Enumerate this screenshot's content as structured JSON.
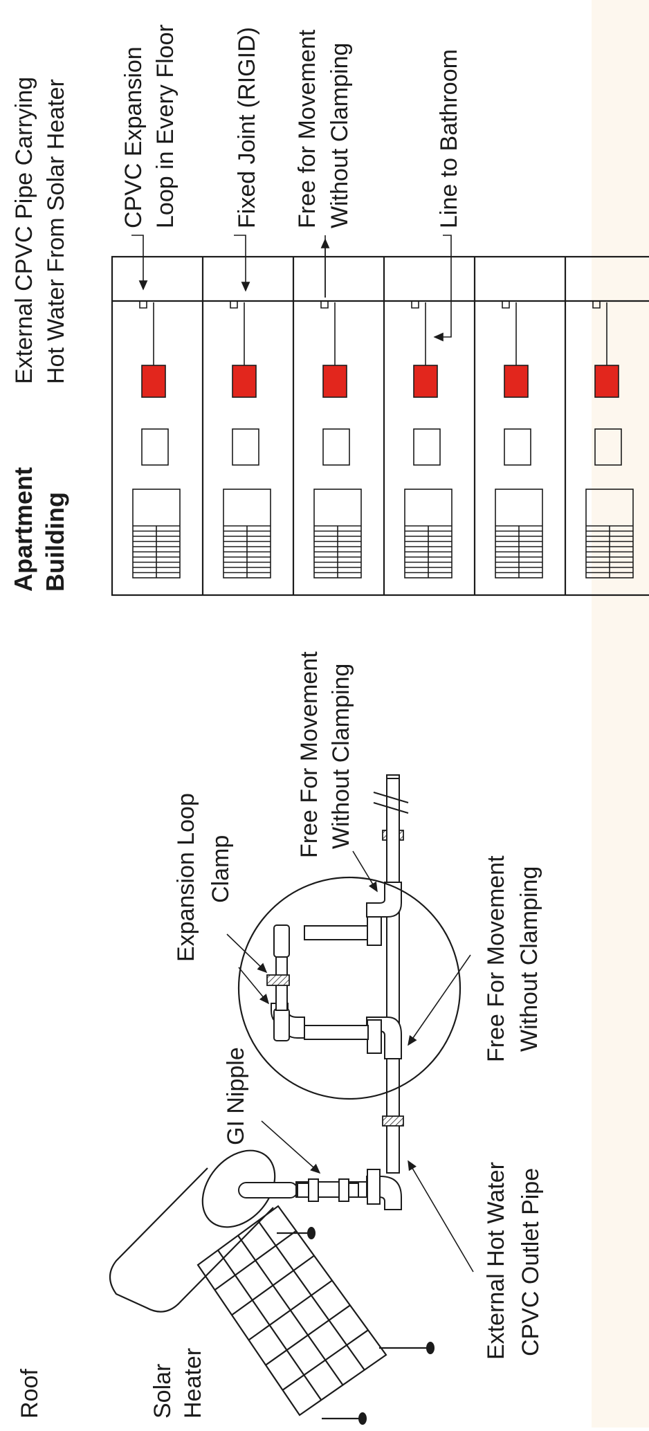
{
  "colors": {
    "background_right": "#fdf7ee",
    "heater_red": "#e2261d",
    "line": "#1b1b1b"
  },
  "labels": {
    "roof": "Roof",
    "solar_heater": [
      "Solar",
      "Heater"
    ],
    "external_outlet": [
      "External Hot Water",
      "CPVC Outlet Pipe"
    ],
    "gi_nipple": "GI Nipple",
    "expansion_clamp": [
      "Expansion Loop",
      "Clamp"
    ],
    "free_lower": [
      "Free For Movement",
      "Without Clamping"
    ],
    "free_upper": [
      "Free For Movement",
      "Without Clamping"
    ],
    "apartment": [
      "Apartment",
      "Building"
    ],
    "external_cpvc": [
      "External CPVC Pipe Carrying",
      "Hot Water From Solar Heater"
    ],
    "cpvc_loop": [
      "CPVC Expansion",
      "Loop in Every Floor"
    ],
    "fixed_joint": "Fixed Joint (RIGID)",
    "free_building": [
      "Free for Movement",
      "Without Clamping"
    ],
    "line_bathroom": "Line to Bathroom"
  },
  "building": {
    "floors": 6
  }
}
